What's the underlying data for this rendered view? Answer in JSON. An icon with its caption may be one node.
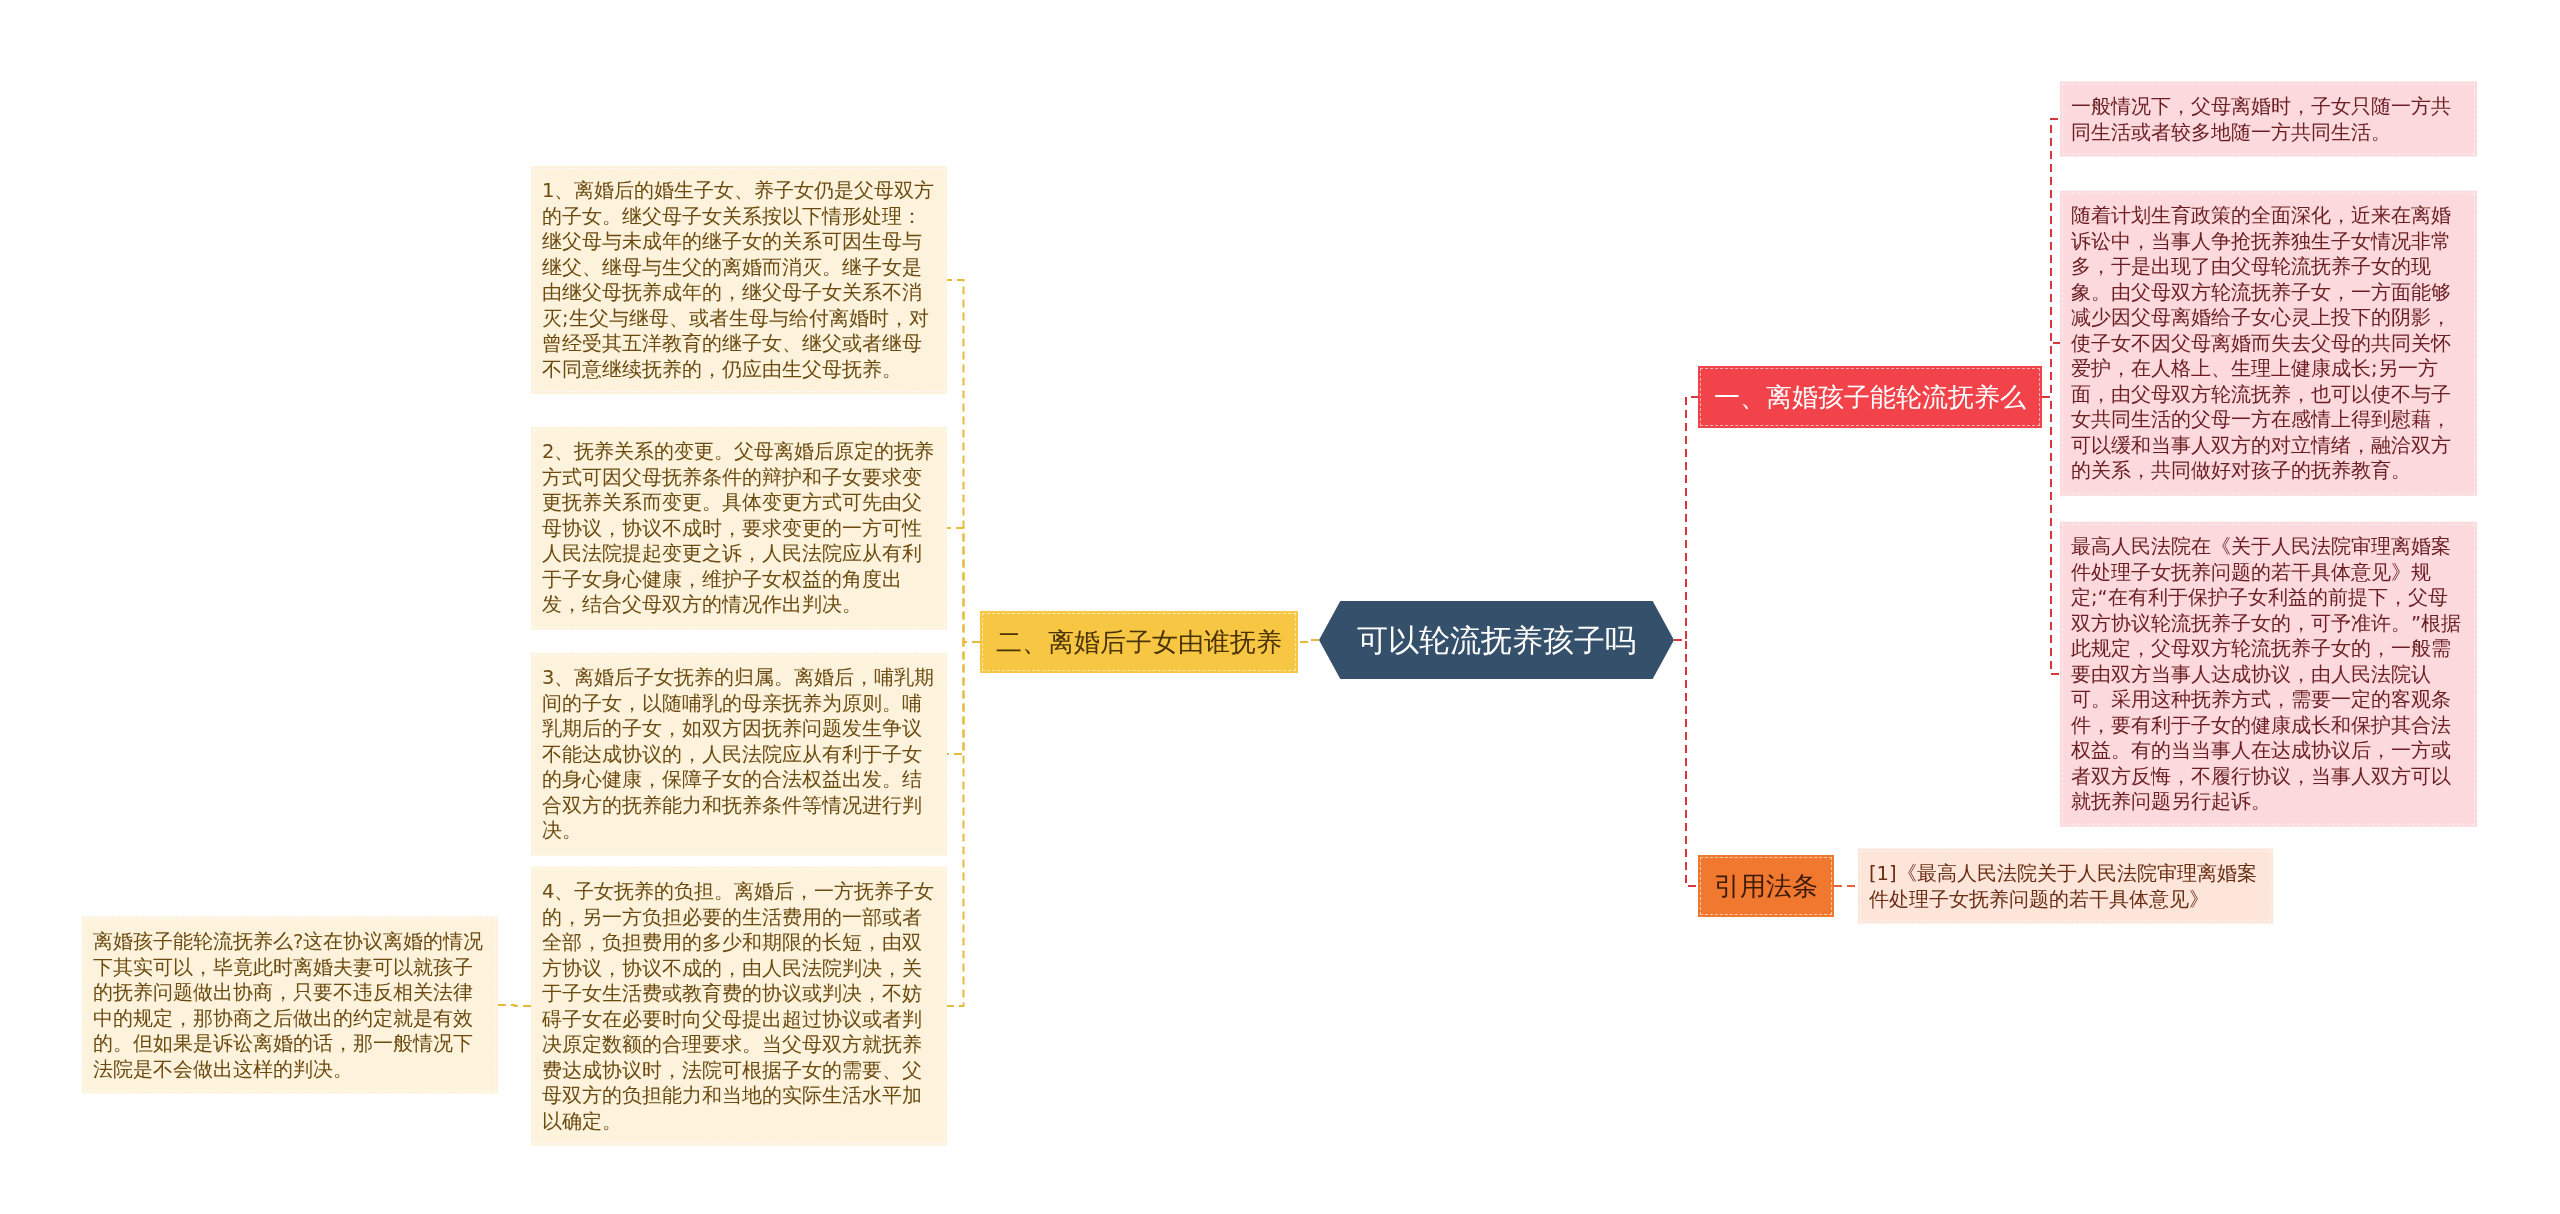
{
  "diagram": {
    "nodes": [
      {
        "text": [
          "可以轮流抚养孩子吗"
        ]
      },
      {
        "text": [
          "一、离婚孩子能轮流抚养么"
        ]
      },
      {
        "text": [
          "一般情况下，父母离婚时，子女只随一方共同生活或者较多地随一方共同生活。"
        ]
      },
      {
        "text": [
          "随着计划生育政策的全面深化，近来在离婚诉讼中，当事人争抢抚养独生子女情况非常多，于是出现了由父母轮流抚养子女的现象。由父母双方轮流抚养子女，一方面能够减少因父母离婚给子女心灵上投下的阴影，使子女不因父母离婚而失去父母的共同关怀爱护，在人格上、生理上健康成长;另一方面，由父母双方轮流抚养，也可以使不与子女共同生活的父母一方在感情上得到慰藉，可以缓和当事人双方的对立情绪，融洽双方的关系，共同做好对孩子的抚养教育。"
        ]
      },
      {
        "text": [
          "最高人民法院在《关于人民法院审理离婚案件处理子女抚养问题的若干具体意见》规定;“在有利于保护子女利益的前提下，父母双方协议轮流抚养子女的，可予准许。”根据此规定，父母双方轮流抚养子女的，一般需要由双方当事人达成协议，由人民法院认可。采用这种抚养方式，需要一定的客观条件，要有利于子女的健康成长和保护其合法权益。有的当当事人在达成协议后，一方或者双方反悔，不履行协议，当事人双方可以就抚养问题另行起诉。"
        ]
      },
      {
        "text": [
          "引用法条"
        ]
      },
      {
        "text": [
          "[1]《最高人民法院关于人民法院审理离婚案件处理子女抚养问题的若干具体意见》"
        ]
      },
      {
        "text": [
          "二、离婚后子女由谁抚养"
        ]
      },
      {
        "text": [
          "1、离婚后的婚生子女、养子女仍是父母双方的子女。继父母子女关系按以下情形处理：继父母与未成年的继子女的关系可因生母与继父、继母与生父的离婚而消灭。继子女是由继父母抚养成年的，继父母子女关系不消灭;生父与继母、或者生母与给付离婚时，对曾经受其五洋教育的继子女、继父或者继母不同意继续抚养的，仍应由生父母抚养。"
        ]
      },
      {
        "text": [
          "2、抚养关系的变更。父母离婚后原定的抚养方式可因父母抚养条件的辩护和子女要求变更抚养关系而变更。具体变更方式可先由父母协议，协议不成时，要求变更的一方可性人民法院提起变更之诉，人民法院应从有利于子女身心健康，维护子女权益的角度出发，结合父母双方的情况作出判决。"
        ]
      },
      {
        "text": [
          "3、离婚后子女抚养的归属。离婚后，哺乳期间的子女，以随哺乳的母亲抚养为原则。哺乳期后的子女，如双方因抚养问题发生争议不能达成协议的，人民法院应从有利于子女的身心健康，保障子女的合法权益出发。结合双方的抚养能力和抚养条件等情况进行判决。"
        ]
      },
      {
        "text": [
          "4、子女抚养的负担。离婚后，一方抚养子女的，另一方负担必要的生活费用的一部或者全部，负担费用的多少和期限的长短，由双方协议，协议不成的，由人民法院判决，关于子女生活费或教育费的协议或判决，不妨碍子女在必要时向父母提出超过协议或者判决原定数额的合理要求。当父母双方就抚养费达成协议时，法院可根据子女的需要、父母双方的负担能力和当地的实际生活水平加以确定。"
        ]
      },
      {
        "text": [
          "离婚孩子能轮流抚养么?这在协议离婚的情况下其实可以，毕竟此时离婚夫妻可以就孩子的抚养问题做出协商，只要不违反相关法律中的规定，那协商之后做出的约定就是有效的。但如果是诉讼离婚的话，那一般情况下法院是不会做出这样的判决。"
        ]
      }
    ],
    "edges": [
      {
        "from": 0,
        "to": 1,
        "arrow": "none",
        "color": "#d9363e"
      },
      {
        "from": 1,
        "to": 2,
        "arrow": "none",
        "color": "#d9363e"
      },
      {
        "from": 1,
        "to": 3,
        "arrow": "none",
        "color": "#d9363e"
      },
      {
        "from": 1,
        "to": 4,
        "arrow": "none",
        "color": "#d9363e"
      },
      {
        "from": 0,
        "to": 5,
        "arrow": "none",
        "color": "#d9363e"
      },
      {
        "from": 5,
        "to": 6,
        "arrow": "none",
        "color": "#e2643a"
      },
      {
        "from": 0,
        "to": 7,
        "arrow": "none",
        "color": "#e8b93a"
      },
      {
        "from": 7,
        "to": 8,
        "arrow": "none",
        "color": "#e8b93a"
      },
      {
        "from": 7,
        "to": 9,
        "arrow": "none",
        "color": "#e8b93a"
      },
      {
        "from": 7,
        "to": 10,
        "arrow": "none",
        "color": "#e8b93a"
      },
      {
        "from": 7,
        "to": 11,
        "arrow": "none",
        "color": "#e8b93a"
      },
      {
        "from": 11,
        "to": 12,
        "arrow": "none",
        "color": "#e8b93a"
      }
    ]
  }
}
